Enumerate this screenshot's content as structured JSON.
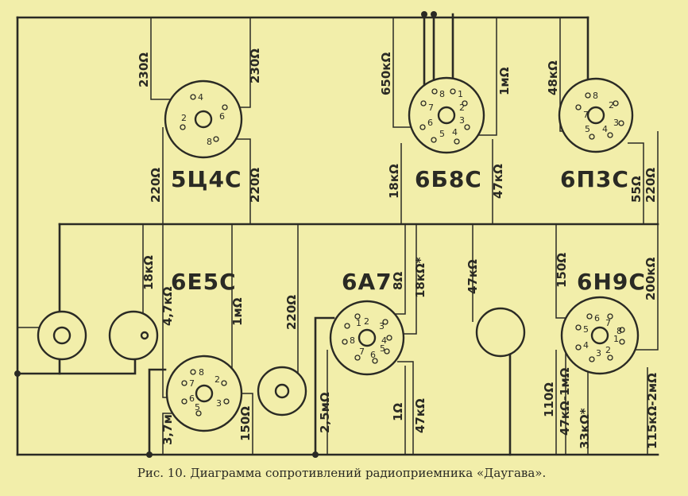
{
  "caption": "Рис. 10. Диаграмма сопротивлений радиоприемника «Даугава».",
  "tubes": {
    "t1": {
      "label": "5Ц4С",
      "pins": [
        "4",
        "6",
        "2",
        "8"
      ]
    },
    "t2": {
      "label": "6Б8С",
      "pins": [
        "8",
        "1",
        "7",
        "2",
        "6",
        "3",
        "5",
        "4"
      ]
    },
    "t3": {
      "label": "6П3С",
      "pins": [
        "8",
        "7",
        "2",
        "3",
        "5",
        "4"
      ]
    },
    "t4": {
      "label": "6Е5С",
      "pins": [
        "8",
        "7",
        "2",
        "6",
        "3",
        "5"
      ]
    },
    "t5": {
      "label": "6А7",
      "pins": [
        "1",
        "2",
        "3",
        "4",
        "8",
        "5",
        "7",
        "6"
      ]
    },
    "t6": {
      "label": "6Н9С",
      "pins": [
        "6",
        "7",
        "5",
        "8",
        "1",
        "4",
        "3",
        "2"
      ]
    }
  },
  "resistances": {
    "r1": "230Ω",
    "r2": "230Ω",
    "r3": "220Ω",
    "r4": "220Ω",
    "r5": "650кΩ",
    "r6": "1мΩ",
    "r7": "18кΩ",
    "r8": "47кΩ",
    "r9": "48кΩ",
    "r10": "55Ω",
    "r11": "220Ω",
    "r12": "18кΩ",
    "r13": "4,7кΩ",
    "r14": "1мΩ",
    "r15": "220Ω",
    "r16": "3,7м",
    "r17": "150Ω",
    "r18": "8Ω",
    "r19": "18кΩ*",
    "r20": "47кΩ",
    "r21": "2,5мΩ",
    "r22": "1Ω",
    "r23": "47кΩ",
    "r24": "150Ω",
    "r25": "200кΩ",
    "r26": "110Ω",
    "r27": "47кΩ-1мΩ",
    "r28": "33кΩ*",
    "r29": "115кΩ-2мΩ"
  }
}
